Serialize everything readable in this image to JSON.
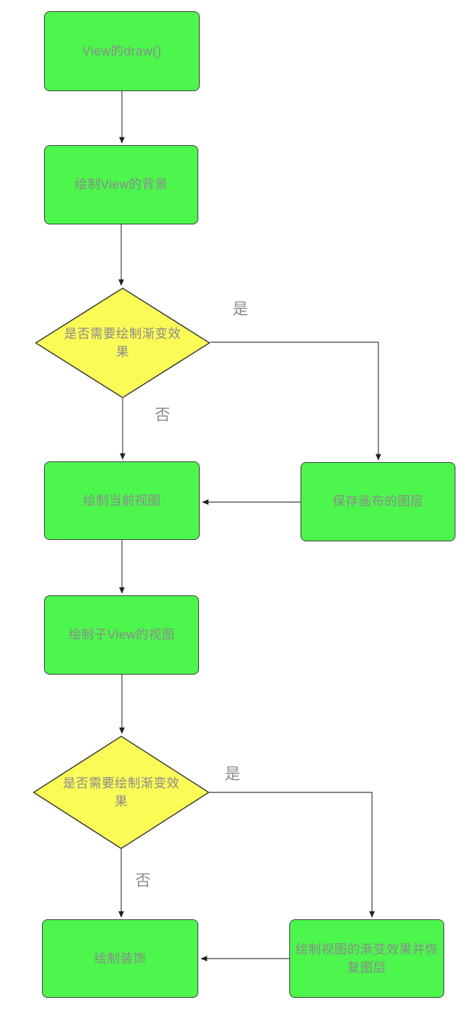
{
  "flowchart": {
    "nodes": {
      "view_draw": {
        "label": "View的draw()",
        "shape": "process"
      },
      "draw_background": {
        "label": "绘制View的背景",
        "shape": "process"
      },
      "decision1": {
        "label": "是否需要绘制渐变效果",
        "shape": "decision"
      },
      "draw_current": {
        "label": "绘制当前视图",
        "shape": "process"
      },
      "save_layer": {
        "label": "保存画布的图层",
        "shape": "process"
      },
      "draw_children": {
        "label": "绘制子View的视图",
        "shape": "process"
      },
      "decision2": {
        "label": "是否需要绘制渐变效果",
        "shape": "decision"
      },
      "draw_fade_restore": {
        "label": "绘制视图的渐变效果并恢复图层",
        "shape": "process"
      },
      "draw_decor": {
        "label": "绘制装饰",
        "shape": "process"
      }
    },
    "edge_labels": {
      "yes1": "是",
      "no1": "否",
      "yes2": "是",
      "no2": "否"
    },
    "colors": {
      "background": "#ffffff",
      "process_fill": "#4df64d",
      "decision_fill": "#fbfb58",
      "node_border": "#383838",
      "connector": "#595959",
      "arrowhead": "#1f1f1f",
      "node_text": "#8b8b8b",
      "label_text": "#8a8a8a"
    }
  }
}
